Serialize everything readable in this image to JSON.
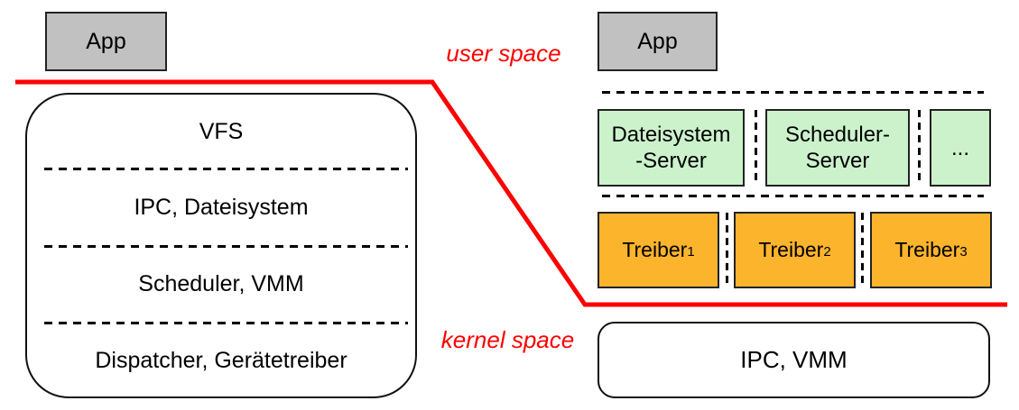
{
  "colors": {
    "boundary_red": "#fe0000",
    "app_gray": "#c1c1c1",
    "server_green": "#ccf2cc",
    "driver_orange": "#fcb42c",
    "border_dark": "#222222"
  },
  "boundary": {
    "user_space_label": "user space",
    "kernel_space_label": "kernel space"
  },
  "monolithic": {
    "app_label": "App",
    "layers": [
      "VFS",
      "IPC, Dateisystem",
      "Scheduler, VMM",
      "Dispatcher, Gerätetreiber"
    ]
  },
  "microkernel": {
    "app_label": "App",
    "servers": [
      {
        "line1": "Dateisystem",
        "line2": "-Server"
      },
      {
        "line1": "Scheduler-",
        "line2": "Server"
      },
      {
        "line1": "...",
        "line2": ""
      }
    ],
    "drivers": [
      {
        "name": "Treiber",
        "sub": "1"
      },
      {
        "name": "Treiber",
        "sub": "2"
      },
      {
        "name": "Treiber",
        "sub": "3"
      }
    ],
    "kernel_label": "IPC, VMM"
  }
}
